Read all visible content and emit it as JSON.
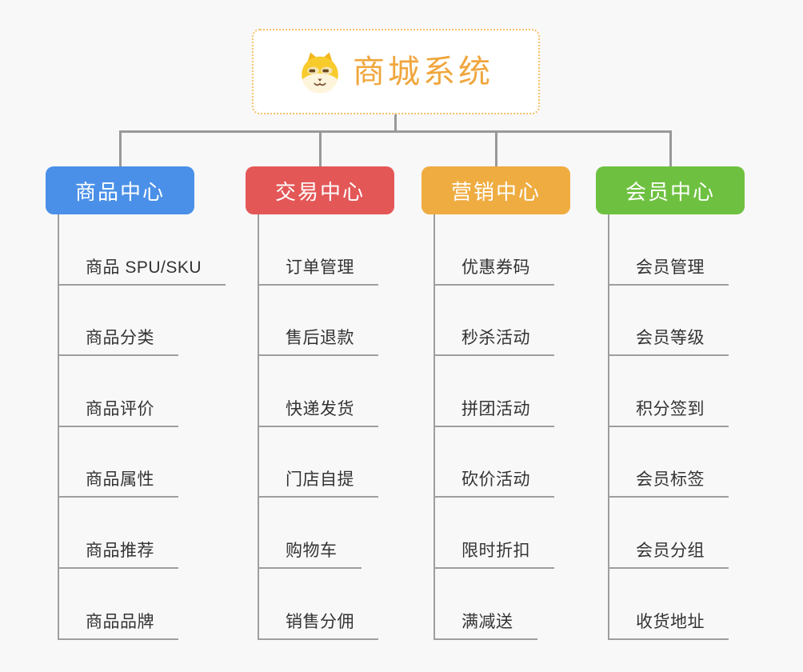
{
  "root": {
    "title": "商城系统",
    "icon": "dog-icon"
  },
  "branches": [
    {
      "label": "商品中心",
      "color": "#4A90E8",
      "children": [
        "商品 SPU/SKU",
        "商品分类",
        "商品评价",
        "商品属性",
        "商品推荐",
        "商品品牌"
      ]
    },
    {
      "label": "交易中心",
      "color": "#E45757",
      "children": [
        "订单管理",
        "售后退款",
        "快递发货",
        "门店自提",
        "购物车",
        "销售分佣"
      ]
    },
    {
      "label": "营销中心",
      "color": "#EFAC41",
      "children": [
        "优惠券码",
        "秒杀活动",
        "拼团活动",
        "砍价活动",
        "限时折扣",
        "满减送"
      ]
    },
    {
      "label": "会员中心",
      "color": "#6EC140",
      "children": [
        "会员管理",
        "会员等级",
        "积分签到",
        "会员标签",
        "会员分组",
        "收货地址"
      ]
    }
  ],
  "palette": {
    "background": "#F8F8F8",
    "root_text": "#F0A63D",
    "root_border": "#F6C06A",
    "connector_line": "#999999",
    "leaf_line": "#9E9E9E",
    "leaf_text": "#333333"
  }
}
